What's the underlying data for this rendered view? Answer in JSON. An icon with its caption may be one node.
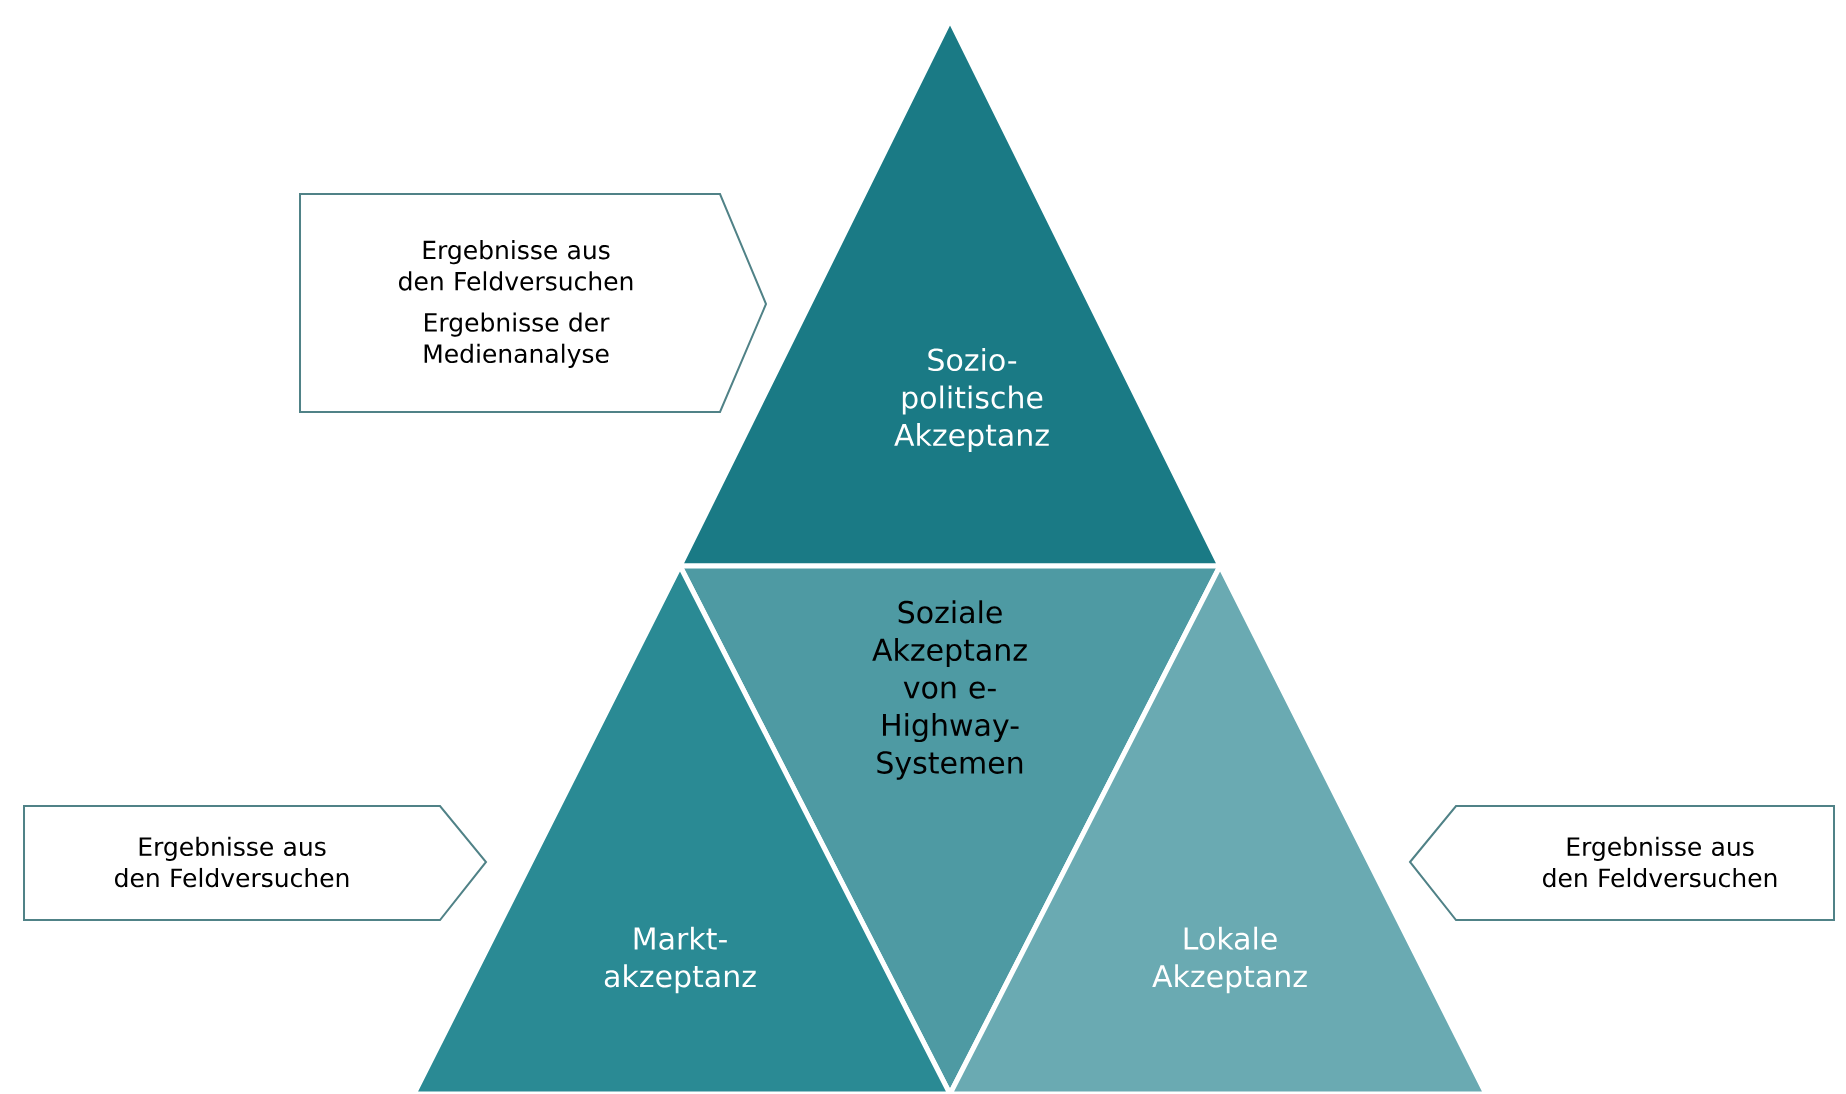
{
  "diagram": {
    "nodes": [
      {
        "text": [
          "Sozio- politische Akzeptanz"
        ]
      },
      {
        "text": [
          "Soziale Akzeptanz von e- Highway- Systemen"
        ]
      },
      {
        "text": [
          "Markt- akzeptanz"
        ]
      },
      {
        "text": [
          "Lokale Akzeptanz"
        ]
      },
      {
        "text": [
          "Ergebnisse aus den Feldversuchen",
          "Ergebnisse der Medienanalyse"
        ]
      },
      {
        "text": [
          "Ergebnisse aus den Feldversuchen"
        ]
      },
      {
        "text": [
          "Ergebnisse aus den Feldversuchen"
        ]
      }
    ]
  }
}
